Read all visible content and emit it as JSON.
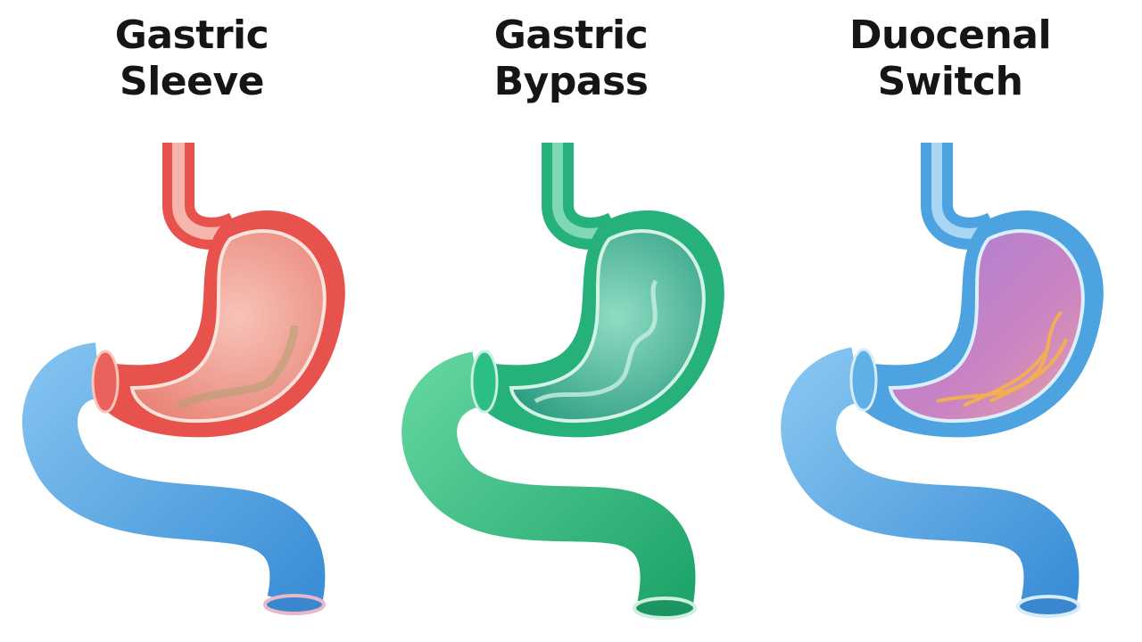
{
  "panels": [
    {
      "title_line1": "Gastric",
      "title_line2": "Sleeve",
      "icon": "stomach-sleeve-illustration",
      "stomach_color": "#e8524c",
      "stomach_inner_color": "#f2a59a",
      "intestine_color": "#5aa7e3"
    },
    {
      "title_line1": "Gastric",
      "title_line2": "Bypass",
      "icon": "stomach-bypass-illustration",
      "stomach_color": "#27b17a",
      "stomach_inner_color": "#6ecfb0",
      "intestine_color": "#2fbf7f"
    },
    {
      "title_line1": "Duocenal",
      "title_line2": "Switch",
      "icon": "stomach-switch-illustration",
      "stomach_color": "#4ca3e0",
      "stomach_inner_color": "#b77fd0",
      "intestine_color": "#58a6e2"
    }
  ]
}
